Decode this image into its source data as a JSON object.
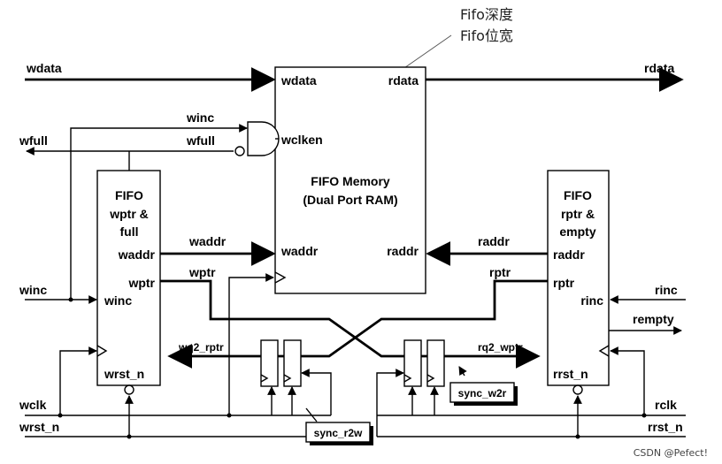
{
  "annotations": {
    "fifo_depth": "Fifo深度",
    "fifo_width": "Fifo位宽"
  },
  "memory": {
    "title_line1": "FIFO Memory",
    "title_line2": "(Dual Port RAM)",
    "port_wdata": "wdata",
    "port_rdata": "rdata",
    "port_wclken": "wclken",
    "port_waddr": "waddr",
    "port_raddr": "raddr"
  },
  "write_block": {
    "title_line1": "FIFO",
    "title_line2": "wptr &",
    "title_line3": "full",
    "port_waddr": "waddr",
    "port_wptr": "wptr",
    "port_winc": "winc",
    "port_wrst_n": "wrst_n"
  },
  "read_block": {
    "title_line1": "FIFO",
    "title_line2": "rptr &",
    "title_line3": "empty",
    "port_raddr": "raddr",
    "port_rptr": "rptr",
    "port_rinc": "rinc",
    "port_rrst_n": "rrst_n"
  },
  "signals": {
    "wdata": "wdata",
    "rdata": "rdata",
    "winc_top": "winc",
    "wfull_top": "wfull",
    "wfull": "wfull",
    "winc": "winc",
    "waddr": "waddr",
    "wptr": "wptr",
    "raddr": "raddr",
    "rptr": "rptr",
    "rinc": "rinc",
    "rempty": "rempty",
    "wq2_rptr": "wq2_rptr",
    "rq2_wptr": "rq2_wptr",
    "wclk": "wclk",
    "wrst_n": "wrst_n",
    "rclk": "rclk",
    "rrst_n": "rrst_n"
  },
  "sync_blocks": {
    "sync_r2w": "sync_r2w",
    "sync_w2r": "sync_w2r"
  },
  "watermark": "CSDN @Pefect!"
}
